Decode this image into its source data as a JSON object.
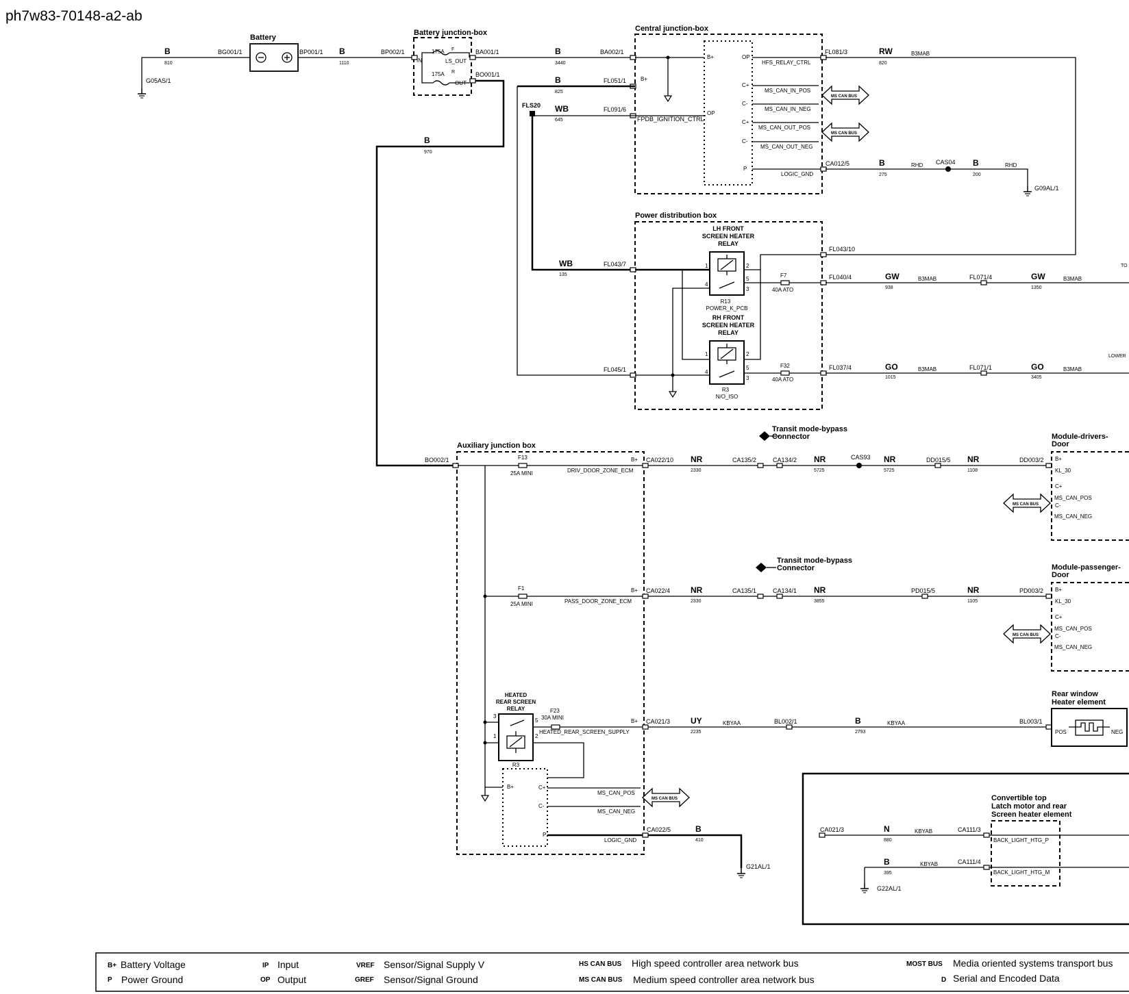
{
  "page_title": "ph7w83-70148-a2-ab",
  "battery": {
    "title": "Battery",
    "top_wire": {
      "color": "B",
      "num": "810"
    },
    "neg_conn": "BG001/1",
    "pos_conn": "BP001/1",
    "ground": "G05AS/1",
    "wire2": {
      "color": "B",
      "num": "1110"
    }
  },
  "bjb": {
    "title": "Battery junction-box",
    "in_conn": "BP002/1",
    "in_label": "IN",
    "fuse1": {
      "rating": "175A",
      "pin": "F",
      "label": "LS_OUT",
      "conn": "BA001/1"
    },
    "fuse2": {
      "rating": "175A",
      "pin": "R",
      "label": "OUT",
      "conn": "BO001/1"
    }
  },
  "cjb": {
    "title": "Central junction-box",
    "in_conn": "BA002/1",
    "in_wire": {
      "color": "B",
      "num": "3440"
    },
    "bplus_conn": "FL051/1",
    "bplus_label": "B+",
    "bplus_wire": {
      "color": "B",
      "num": "825"
    },
    "splice": "FLS20",
    "ign_conn": "FL091/6",
    "ign_label": "FPDB_IGNITION_CTRL",
    "ign_wire": {
      "color": "WB",
      "num": "645"
    },
    "pin_bplus": "B+",
    "pin_op1": "OP",
    "pin_op2": "OP",
    "outputs": [
      {
        "pin": "OP",
        "label": "HFS_RELAY_CTRL"
      },
      {
        "pin": "C+",
        "label": "MS_CAN_IN_POS"
      },
      {
        "pin": "C-",
        "label": "MS_CAN_IN_NEG"
      },
      {
        "pin": "C+",
        "label": "MS_CAN_OUT_POS"
      },
      {
        "pin": "C-",
        "label": "MS_CAN_OUT_NEG"
      },
      {
        "pin": "P",
        "label": "LOGIC_GND"
      }
    ],
    "can_bus": "MS CAN BUS",
    "relay_conn": "FL081/3",
    "relay_wire": {
      "color": "RW",
      "num": "820",
      "code": "B3MAB"
    },
    "gnd_conn": "CA012/5",
    "gnd_wire1": {
      "color": "B",
      "num": "275",
      "code": "RHD"
    },
    "gnd_splice": "CAS04",
    "gnd_wire2": {
      "color": "B",
      "num": "200",
      "code": "RHD"
    },
    "ground": "G09AL/1"
  },
  "pdb": {
    "title": "Power distribution box",
    "lh_relay": {
      "title1": "LH FRONT",
      "title2": "SCREEN HEATER",
      "title3": "RELAY",
      "ref": "R13",
      "name": "POWER_K_PCB"
    },
    "rh_relay": {
      "title1": "RH FRONT",
      "title2": "SCREEN HEATER",
      "title3": "RELAY",
      "ref": "R3",
      "name": "N/O_ISO"
    },
    "pins": {
      "p1": "1",
      "p2": "2",
      "p3": "3",
      "p4": "4",
      "p5": "5"
    },
    "wb_wire": {
      "color": "WB",
      "num": "135"
    },
    "conn_in1": "FL043/7",
    "conn_in2": "FL045/1",
    "conn_ctrl": "FL043/10",
    "fuse_f7": {
      "name": "F7",
      "rating": "40A ATO"
    },
    "fuse_f32": {
      "name": "F32",
      "rating": "40A ATO"
    },
    "out1": {
      "conn": "FL040/4",
      "color": "GW",
      "num": "938",
      "code": "B3MAB",
      "conn2": "FL071/4",
      "color2": "GW",
      "num2": "1350",
      "code2": "B3MAB",
      "edge": "TO"
    },
    "out2": {
      "conn": "FL037/4",
      "color": "GO",
      "num": "1015",
      "code": "B3MAB",
      "conn2": "FL071/1",
      "color2": "GO",
      "num2": "3405",
      "code2": "B3MAB",
      "edge": "LOWER"
    }
  },
  "ajb": {
    "title": "Auxiliary junction box",
    "in_conn": "BO002/1",
    "feed_wire": {
      "color": "B",
      "num": "970"
    },
    "f13": {
      "name": "F13",
      "rating": "25A MINI",
      "label": "DRIV_DOOR_ZONE_ECM",
      "pin": "B+",
      "conn": "CA022/10"
    },
    "f1": {
      "name": "F1",
      "rating": "25A MINI",
      "label": "PASS_DOOR_ZONE_ECM",
      "pin": "B+",
      "conn": "CA022/4"
    },
    "f23": {
      "name": "F23",
      "rating": "30A MINI",
      "label": "HEATED_REAR_SCREEN_SUPPLY",
      "pin": "B+",
      "conn": "CA021/3"
    },
    "relay": {
      "title1": "HEATED",
      "title2": "REAR SCREEN",
      "title3": "RELAY",
      "ref": "R3"
    },
    "module_pins": {
      "bplus": "B+",
      "cplus": "C+",
      "cminus": "C-",
      "p": "P"
    },
    "can_pos": "MS_CAN_POS",
    "can_neg": "MS_CAN_NEG",
    "logic_gnd": "LOGIC_GND",
    "gnd_conn": "CA022/5",
    "gnd_wire": {
      "color": "B",
      "num": "410"
    },
    "ground": "G21AL/1"
  },
  "transit": {
    "line1": "Transit mode-bypass",
    "line2": "Connector"
  },
  "driver_circuit": {
    "w1": {
      "color": "NR",
      "num": "2330"
    },
    "c1": "CA135/2",
    "c2": "CA134/2",
    "w2": {
      "color": "NR",
      "num": "5725"
    },
    "splice": "CAS93",
    "w3": {
      "color": "NR",
      "num": "5725"
    },
    "c3": "DD015/5",
    "w4": {
      "color": "NR",
      "num": "1108"
    },
    "c4": "DD003/2"
  },
  "passenger_circuit": {
    "w1": {
      "color": "NR",
      "num": "2330"
    },
    "c1": "CA135/1",
    "c2": "CA134/1",
    "w2": {
      "color": "NR",
      "num": "3855"
    },
    "c3": "PD015/5",
    "w3": {
      "color": "NR",
      "num": "1105"
    },
    "c4": "PD003/2"
  },
  "driver_door": {
    "title1": "Module-drivers-",
    "title2": "Door",
    "pins": [
      "B+",
      "KL_30",
      "C+",
      "MS_CAN_POS",
      "C-",
      "MS_CAN_NEG"
    ]
  },
  "pass_door": {
    "title1": "Module-passenger-",
    "title2": "Door",
    "pins": [
      "B+",
      "KL_30",
      "C+",
      "MS_CAN_POS",
      "C-",
      "MS_CAN_NEG"
    ]
  },
  "rear_circuit": {
    "w1": {
      "color": "UY",
      "num": "2235",
      "code": "KBYAA"
    },
    "c1": "BL002/1",
    "w2": {
      "color": "B",
      "num": "2793",
      "code": "KBYAA"
    },
    "c2": "BL003/1"
  },
  "rear_heater": {
    "title1": "Rear window",
    "title2": "Heater element",
    "pos": "POS",
    "neg": "NEG"
  },
  "conv": {
    "title1": "Convertible top",
    "title2": "Latch motor and rear",
    "title3": "Screen heater element",
    "c_in": "CA021/3",
    "w1": {
      "color": "N",
      "num": "880",
      "code": "KBYAB"
    },
    "c1": "CA111/3",
    "p1": "BACK_LIGHT_HTG_P",
    "w2": {
      "color": "B",
      "num": "395",
      "code": "KBYAB"
    },
    "c2": "CA111/4",
    "p2": "BACK_LIGHT_HTG_M",
    "ground": "G22AL/1"
  },
  "legend": [
    {
      "key": "B+",
      "desc": "Battery Voltage"
    },
    {
      "key": "P",
      "desc": "Power Ground"
    },
    {
      "key": "IP",
      "desc": "Input"
    },
    {
      "key": "OP",
      "desc": "Output"
    },
    {
      "key": "VREF",
      "desc": "Sensor/Signal Supply V"
    },
    {
      "key": "GREF",
      "desc": "Sensor/Signal Ground"
    },
    {
      "key": "HS CAN BUS",
      "desc": "High speed controller area network bus"
    },
    {
      "key": "MS CAN BUS",
      "desc": "Medium speed controller area network bus"
    },
    {
      "key": "MOST BUS",
      "desc": "Media oriented systems transport bus"
    },
    {
      "key": "D",
      "desc": "Serial and Encoded Data"
    }
  ]
}
